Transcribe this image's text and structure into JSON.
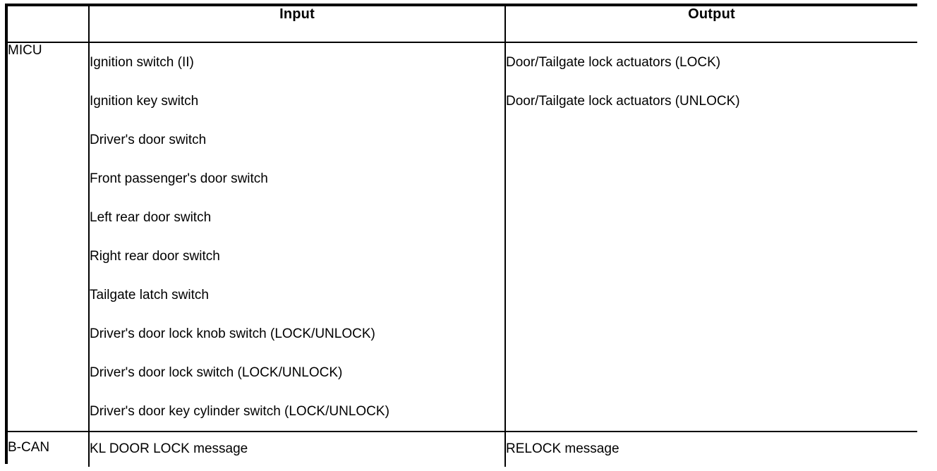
{
  "table": {
    "columns": {
      "module_header": "",
      "input_header": "Input",
      "output_header": "Output"
    },
    "rows": [
      {
        "module": "MICU",
        "inputs": [
          "Ignition switch (II)",
          "Ignition key switch",
          "Driver's door switch",
          "Front passenger's door switch",
          "Left rear door switch",
          "Right rear door switch",
          "Tailgate latch switch",
          "Driver's door lock knob switch (LOCK/UNLOCK)",
          "Driver's door lock switch (LOCK/UNLOCK)",
          "Driver's door key cylinder switch (LOCK/UNLOCK)"
        ],
        "outputs": [
          "Door/Tailgate lock actuators (LOCK)",
          "Door/Tailgate lock actuators (UNLOCK)"
        ]
      },
      {
        "module": "B-CAN",
        "inputs": [
          "KL DOOR LOCK message"
        ],
        "outputs": [
          "RELOCK message"
        ]
      }
    ]
  },
  "colors": {
    "border": "#000000",
    "text": "#000000",
    "background": "#ffffff"
  }
}
